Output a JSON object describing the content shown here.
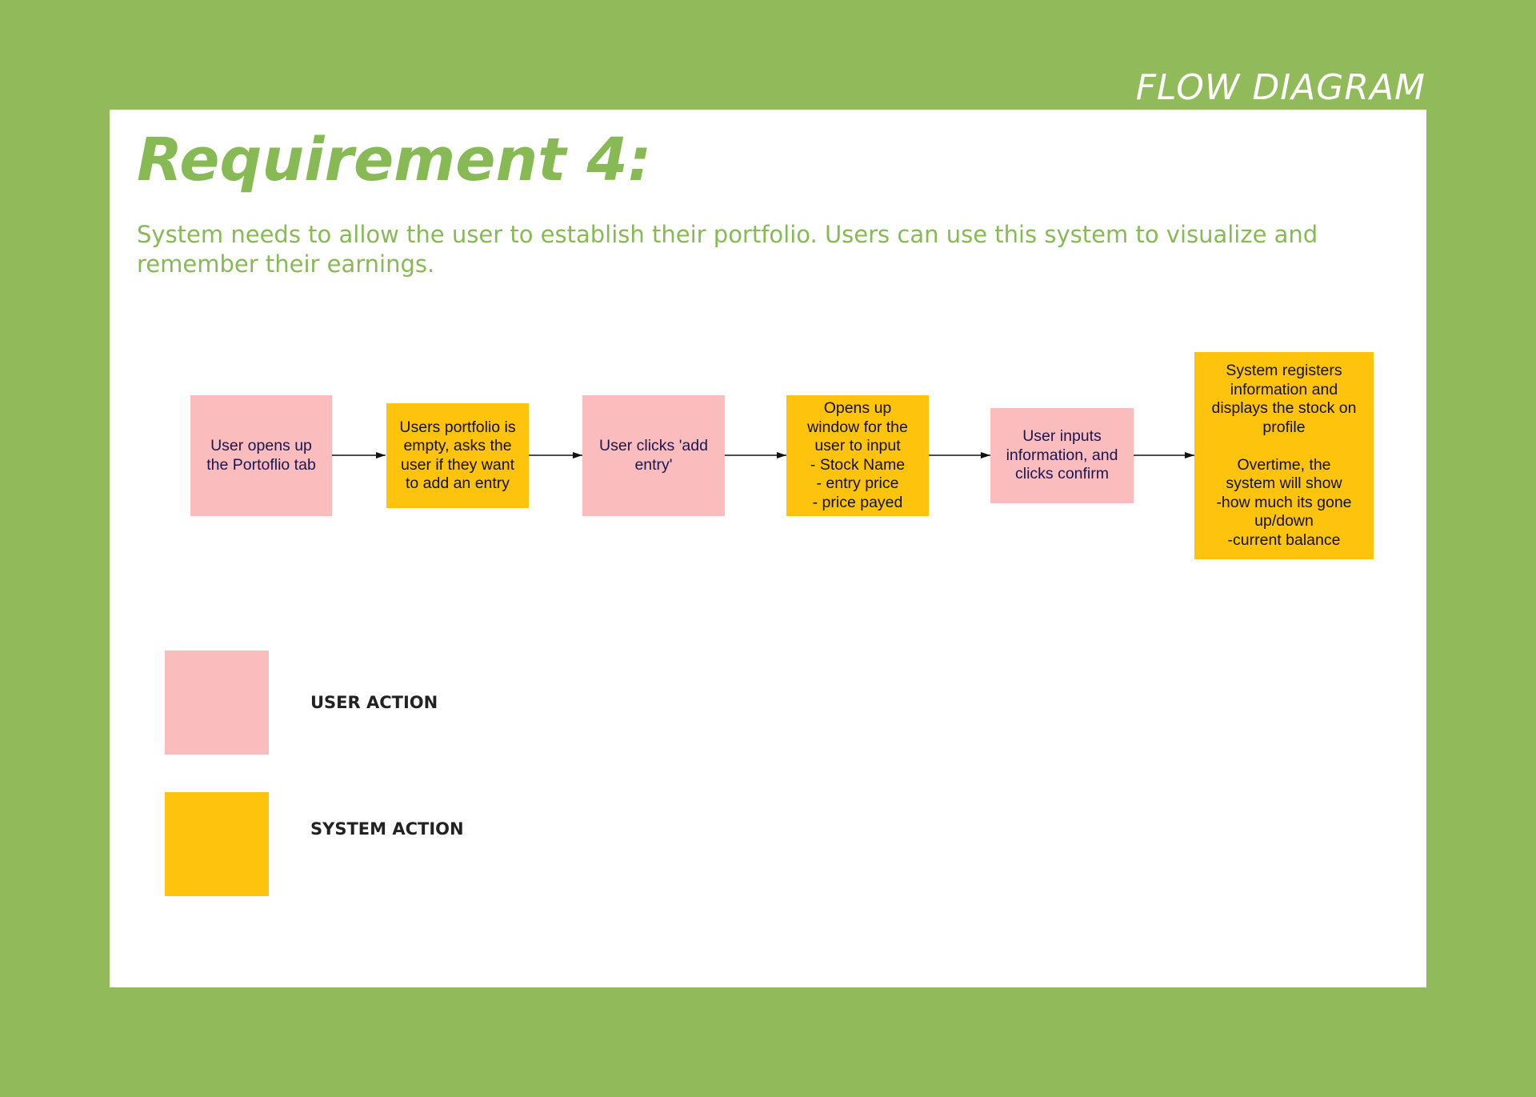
{
  "header": {
    "label": "FLOW DIAGRAM"
  },
  "requirement": {
    "title": "Requirement 4:",
    "description": "System needs to allow the user to establish their portfolio. Users can use this system to visualize and remember their earnings."
  },
  "flow": {
    "nodes": [
      {
        "type": "user",
        "text": "User opens up\nthe Portoflio tab"
      },
      {
        "type": "system",
        "text": "Users portfolio is\nempty, asks the\nuser if they want\nto add an entry"
      },
      {
        "type": "user",
        "text": "User clicks 'add\nentry'"
      },
      {
        "type": "system",
        "text": "Opens up\nwindow for the\nuser to input\n- Stock Name\n- entry price\n- price payed"
      },
      {
        "type": "user",
        "text": "User inputs\ninformation, and\nclicks confirm"
      },
      {
        "type": "system",
        "text": "System registers\ninformation and\ndisplays the stock on\nprofile\n\nOvertime, the\nsystem will show\n-how much its gone\nup/down\n-current balance"
      }
    ]
  },
  "legend": {
    "user_action": "USER ACTION",
    "system_action": "SYSTEM ACTION"
  },
  "colors": {
    "background": "#91bb5a",
    "accent_green": "#87ba55",
    "user_action": "#fbbcbe",
    "system_action": "#fdc30d"
  }
}
